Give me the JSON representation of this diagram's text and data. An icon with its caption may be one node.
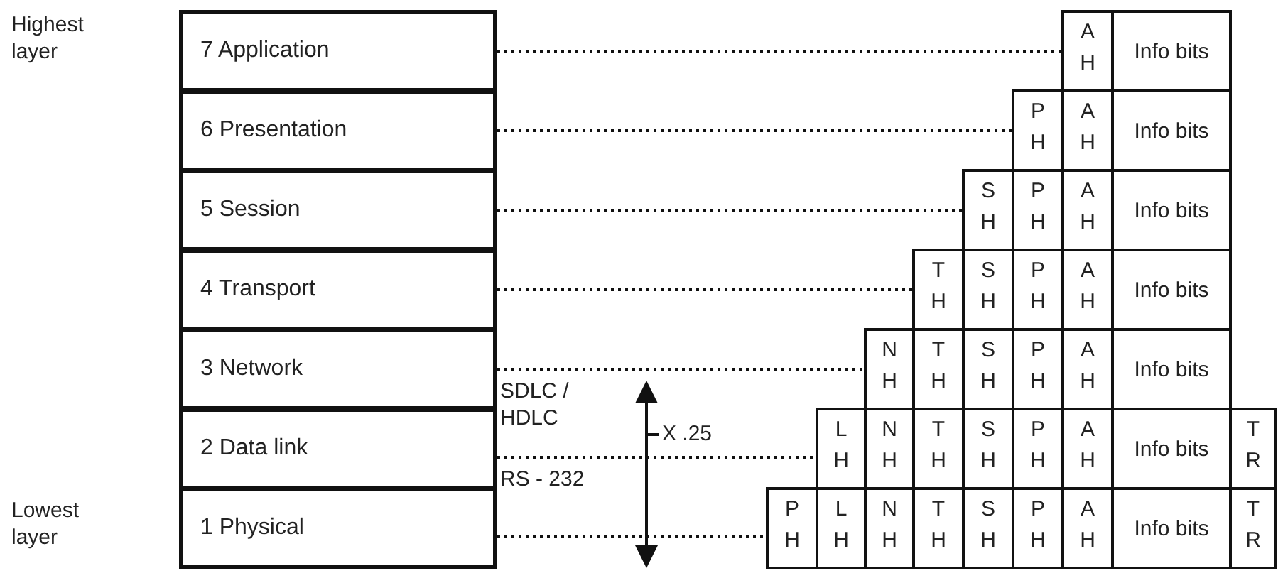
{
  "diagram": {
    "nodes": [
      {
        "text": [
          "7 Application"
        ]
      },
      {
        "text": [
          "A H"
        ]
      },
      {
        "text": [
          "Info bits"
        ]
      },
      {
        "text": [
          "6 Presentation"
        ]
      },
      {
        "text": [
          "P H"
        ]
      },
      {
        "text": [
          "A H"
        ]
      },
      {
        "text": [
          "Info bits"
        ]
      },
      {
        "text": [
          "5 Session"
        ]
      },
      {
        "text": [
          "S H"
        ]
      },
      {
        "text": [
          "P H"
        ]
      },
      {
        "text": [
          "A H"
        ]
      },
      {
        "text": [
          "Info bits"
        ]
      },
      {
        "text": [
          "4 Transport"
        ]
      },
      {
        "text": [
          "T H"
        ]
      },
      {
        "text": [
          "S H"
        ]
      },
      {
        "text": [
          "P H"
        ]
      },
      {
        "text": [
          "A H"
        ]
      },
      {
        "text": [
          "Info bits"
        ]
      },
      {
        "text": [
          "3 Network"
        ]
      },
      {
        "text": [
          "N H"
        ]
      },
      {
        "text": [
          "T H"
        ]
      },
      {
        "text": [
          "S H"
        ]
      },
      {
        "text": [
          "P H"
        ]
      },
      {
        "text": [
          "A H"
        ]
      },
      {
        "text": [
          "Info bits"
        ]
      },
      {
        "text": [
          "2 Data link"
        ]
      },
      {
        "text": [
          "L H"
        ]
      },
      {
        "text": [
          "N H"
        ]
      },
      {
        "text": [
          "T H"
        ]
      },
      {
        "text": [
          "S H"
        ]
      },
      {
        "text": [
          "P H"
        ]
      },
      {
        "text": [
          "A H"
        ]
      },
      {
        "text": [
          "Info bits"
        ]
      },
      {
        "text": [
          "T R"
        ]
      },
      {
        "text": [
          "1 Physical"
        ]
      },
      {
        "text": [
          "P H"
        ]
      },
      {
        "text": [
          "L H"
        ]
      },
      {
        "text": [
          "N H"
        ]
      },
      {
        "text": [
          "T H"
        ]
      },
      {
        "text": [
          "S H"
        ]
      },
      {
        "text": [
          "P H"
        ]
      },
      {
        "text": [
          "A H"
        ]
      },
      {
        "text": [
          "Info bits"
        ]
      },
      {
        "text": [
          "T R"
        ]
      }
    ],
    "edges": [
      {
        "from": 0,
        "to": 1,
        "arrow": "none",
        "style": "dashed"
      },
      {
        "from": 3,
        "to": 4,
        "arrow": "none",
        "style": "dashed"
      },
      {
        "from": 7,
        "to": 8,
        "arrow": "none",
        "style": "dashed"
      },
      {
        "from": 12,
        "to": 13,
        "arrow": "none",
        "style": "dashed"
      },
      {
        "from": 18,
        "to": 19,
        "arrow": "none",
        "style": "dashed"
      },
      {
        "from": 25,
        "to": 26,
        "arrow": "none",
        "style": "dashed"
      },
      {
        "from": 34,
        "to": 35,
        "arrow": "none",
        "style": "dashed"
      }
    ],
    "labels": [
      "Highest layer",
      "SDLC / HDLC",
      "X .25",
      "RS - 232",
      "Lowest layer"
    ]
  }
}
